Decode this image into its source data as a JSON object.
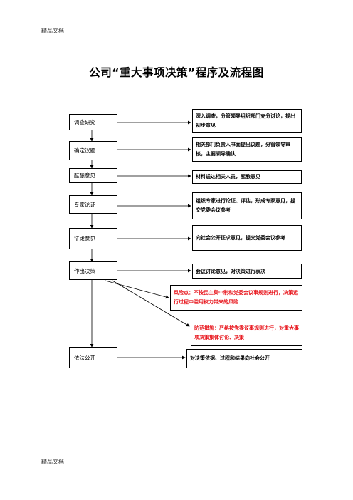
{
  "header": {
    "label": "精品文档"
  },
  "footer": {
    "label": "精品文档"
  },
  "title": "公司“重大事项决策”程序及流程图",
  "steps": [
    {
      "label": "调查研究"
    },
    {
      "label": "确定议题"
    },
    {
      "label": "酝酿意见"
    },
    {
      "label": "专家论证"
    },
    {
      "label": "征求意见"
    },
    {
      "label": "作出决策"
    },
    {
      "label": "依法公开"
    }
  ],
  "descriptions": [
    {
      "text": "深入调查，分管领导组织部门充分讨论，提出初步意见"
    },
    {
      "text": "相关部门负责人书面提出议题，分管领导审核，主要领导确认"
    },
    {
      "text": "材料送达相关人员，酝酿意见"
    },
    {
      "text": "组织专家进行论证、评估，形成专家意见，提交党委会议参考"
    },
    {
      "text": "向社会公开征求意见，提交党委会议参考"
    },
    {
      "text": "会议讨论意见，对决策进行表决"
    },
    {
      "text": "对决策依据、过程和结果向社会公开"
    }
  ],
  "risk": {
    "text": "风险点：不按民主集中制和党委会议事规则进行，决策运行过程中滥用权力带来的风险"
  },
  "prevention": {
    "text": "防范措施：严格按党委议事规则进行，对重大事项决策集体讨论、决策"
  },
  "colors": {
    "risk_text": "#e8141b",
    "line": "#000000"
  }
}
